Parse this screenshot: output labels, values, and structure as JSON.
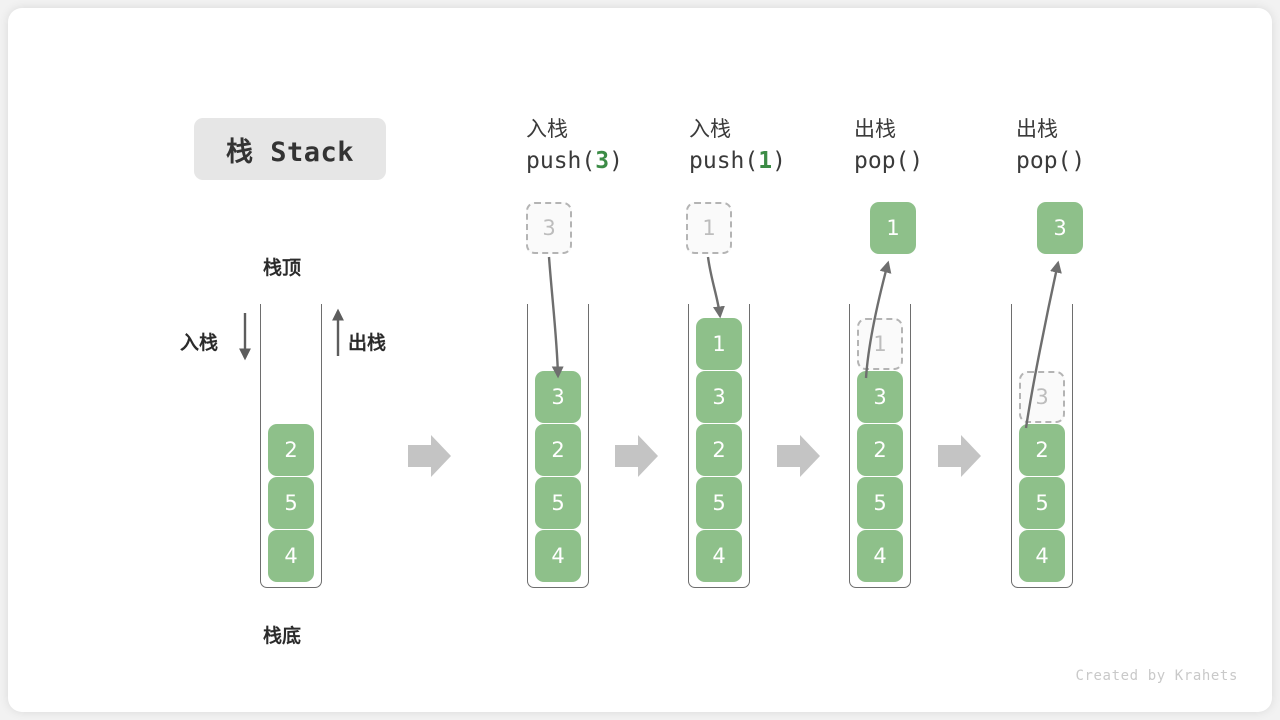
{
  "title": {
    "text": "栈 Stack"
  },
  "labels": {
    "top": "栈顶",
    "bottom": "栈底",
    "push_side": "入栈",
    "pop_side": "出栈"
  },
  "colors": {
    "element_green": "#8ec08a",
    "ghost_fill": "#fafafa",
    "ghost_border": "#b4b4b4",
    "ghost_text": "#bdbdbd",
    "arrow_gray": "#6e6e6e",
    "block_arrow_gray": "#c4c4c4",
    "badge_bg": "#e6e6e6",
    "code_number_green": "#3c8c46"
  },
  "columns": [
    {
      "id": "initial",
      "header_cn": "",
      "header_code": "",
      "header_code_number": "",
      "stack": [
        {
          "value": "2",
          "state": "filled"
        },
        {
          "value": "5",
          "state": "filled"
        },
        {
          "value": "4",
          "state": "filled"
        }
      ],
      "float": null
    },
    {
      "id": "push-3",
      "header_cn": "入栈",
      "header_code_prefix": "push(",
      "header_code_number": "3",
      "header_code_suffix": ")",
      "stack": [
        {
          "value": "3",
          "state": "filled"
        },
        {
          "value": "2",
          "state": "filled"
        },
        {
          "value": "5",
          "state": "filled"
        },
        {
          "value": "4",
          "state": "filled"
        }
      ],
      "float": {
        "value": "3",
        "state": "ghost"
      },
      "arrow_direction": "down"
    },
    {
      "id": "push-1",
      "header_cn": "入栈",
      "header_code_prefix": "push(",
      "header_code_number": "1",
      "header_code_suffix": ")",
      "stack": [
        {
          "value": "1",
          "state": "filled"
        },
        {
          "value": "3",
          "state": "filled"
        },
        {
          "value": "2",
          "state": "filled"
        },
        {
          "value": "5",
          "state": "filled"
        },
        {
          "value": "4",
          "state": "filled"
        }
      ],
      "float": {
        "value": "1",
        "state": "ghost"
      },
      "arrow_direction": "down"
    },
    {
      "id": "pop-1",
      "header_cn": "出栈",
      "header_code_prefix": "pop(",
      "header_code_number": "",
      "header_code_suffix": ")",
      "stack": [
        {
          "value": "1",
          "state": "ghost"
        },
        {
          "value": "3",
          "state": "filled"
        },
        {
          "value": "2",
          "state": "filled"
        },
        {
          "value": "5",
          "state": "filled"
        },
        {
          "value": "4",
          "state": "filled"
        }
      ],
      "float": {
        "value": "1",
        "state": "filled"
      },
      "arrow_direction": "up"
    },
    {
      "id": "pop-3",
      "header_cn": "出栈",
      "header_code_prefix": "pop(",
      "header_code_number": "",
      "header_code_suffix": ")",
      "stack": [
        {
          "value": "3",
          "state": "ghost"
        },
        {
          "value": "2",
          "state": "filled"
        },
        {
          "value": "5",
          "state": "filled"
        },
        {
          "value": "4",
          "state": "filled"
        }
      ],
      "float": {
        "value": "3",
        "state": "filled"
      },
      "arrow_direction": "up"
    }
  ],
  "credit": "Created by Krahets"
}
